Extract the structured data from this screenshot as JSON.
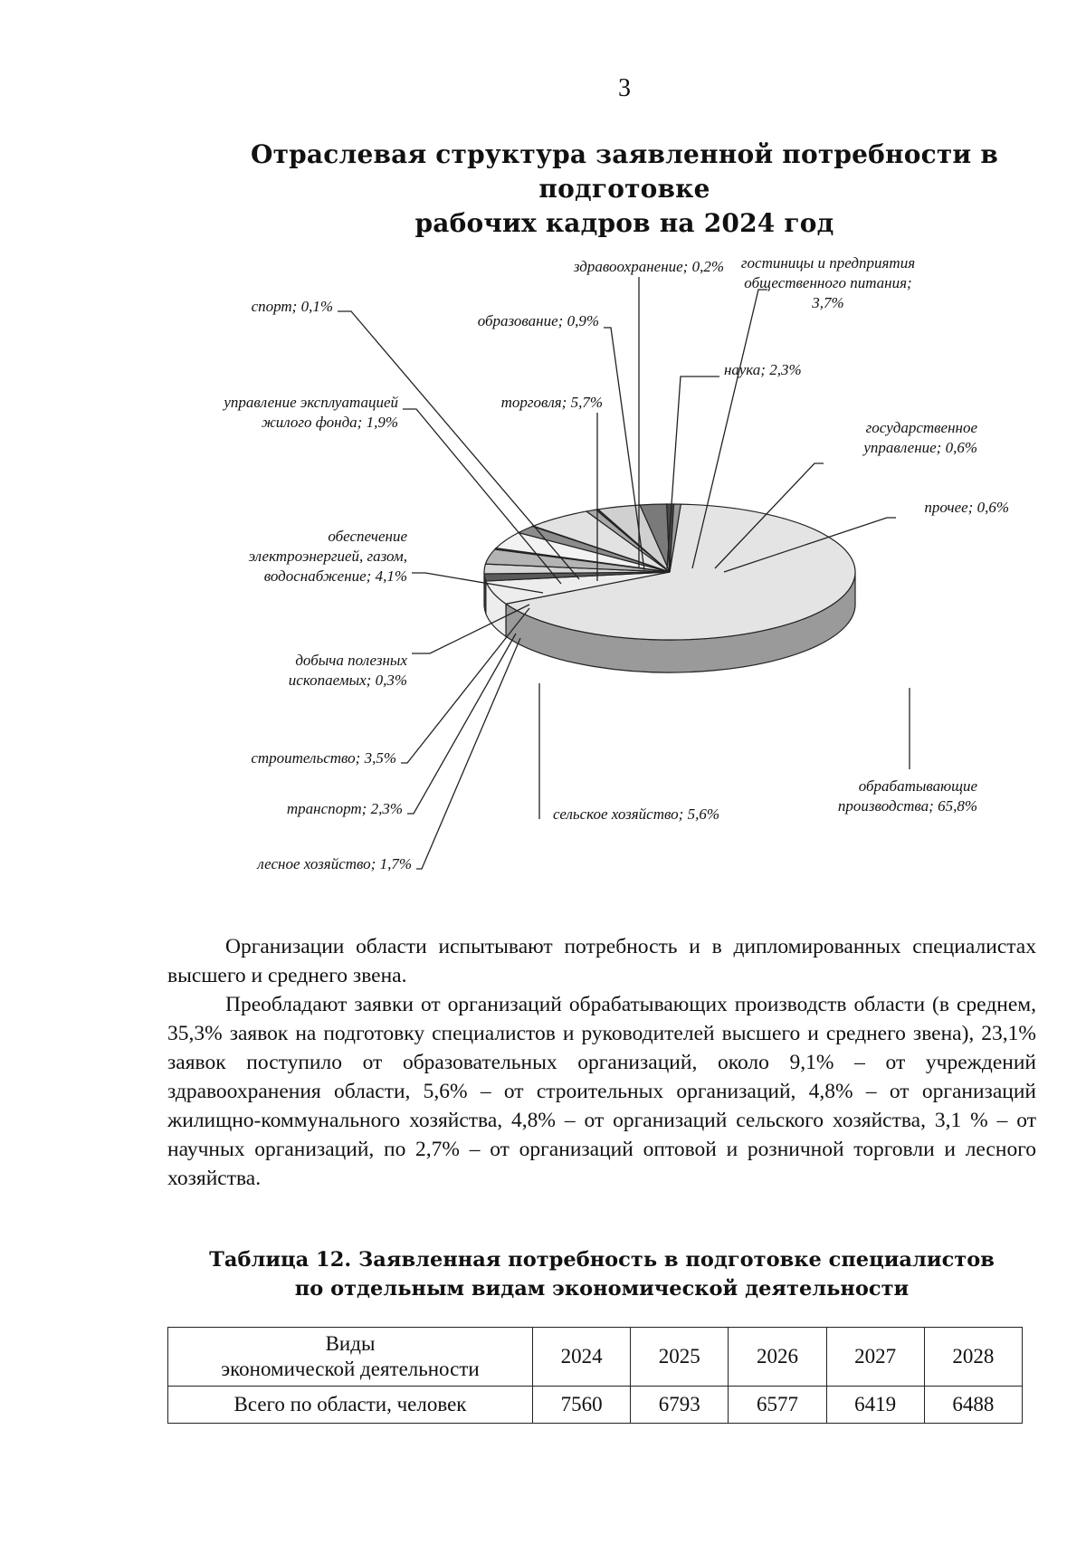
{
  "page_number": "3",
  "chart": {
    "title_line1": "Отраслевая структура заявленной потребности в подготовке",
    "title_line2": "рабочих кадров на 2024 год"
  },
  "chart_data": {
    "type": "pie",
    "title": "Отраслевая структура заявленной потребности в подготовке рабочих кадров на 2024 год",
    "unit": "%",
    "slices": [
      {
        "label": "обрабатывающие производства",
        "value": 65.8,
        "text": [
          "обрабатывающие",
          "производства; 65,8%"
        ]
      },
      {
        "label": "сельское хозяйство",
        "value": 5.6,
        "text": [
          "сельское хозяйство; 5,6%"
        ]
      },
      {
        "label": "лесное хозяйство",
        "value": 1.7,
        "text": [
          "лесное хозяйство; 1,7%"
        ]
      },
      {
        "label": "транспорт",
        "value": 2.3,
        "text": [
          "транспорт; 2,3%"
        ]
      },
      {
        "label": "строительство",
        "value": 3.5,
        "text": [
          "строительство; 3,5%"
        ]
      },
      {
        "label": "добыча полезных ископаемых",
        "value": 0.3,
        "text": [
          "добыча полезных",
          "ископаемых; 0,3%"
        ]
      },
      {
        "label": "обеспечение электроэнергией, газом, водоснабжение",
        "value": 4.1,
        "text": [
          "обеспечение",
          "электроэнергией, газом,",
          "водоснабжение; 4,1%"
        ]
      },
      {
        "label": "управление эксплуатацией жилого фонда",
        "value": 1.9,
        "text": [
          "управление эксплуатацией",
          "жилого фонда; 1,9%"
        ]
      },
      {
        "label": "спорт",
        "value": 0.1,
        "text": [
          "спорт; 0,1%"
        ]
      },
      {
        "label": "торговля",
        "value": 5.7,
        "text": [
          "торговля; 5,7%"
        ]
      },
      {
        "label": "образование",
        "value": 0.9,
        "text": [
          "образование; 0,9%"
        ]
      },
      {
        "label": "здравоохранение",
        "value": 0.2,
        "text": [
          "здравоохранение; 0,2%"
        ]
      },
      {
        "label": "гостиницы и предприятия общественного питания",
        "value": 3.7,
        "text": [
          "гостиницы и предприятия",
          "общественного питания;",
          "3,7%"
        ]
      },
      {
        "label": "наука",
        "value": 2.3,
        "text": [
          "наука; 2,3%"
        ]
      },
      {
        "label": "государственное управление",
        "value": 0.6,
        "text": [
          "государственное",
          "управление; 0,6%"
        ]
      },
      {
        "label": "прочее",
        "value": 0.6,
        "text": [
          "прочее; 0,6%"
        ]
      }
    ],
    "fills": [
      "#e4e4e4",
      "#ededed",
      "#5a5a5a",
      "#d6d6d6",
      "#b4b4b4",
      "#6e6e6e",
      "#f2f2f2",
      "#8c8c8c",
      "#333333",
      "#e2e2e2",
      "#a8a8a8",
      "#3c3c3c",
      "#d0d0d0",
      "#7a7a7a",
      "#4a4a4a",
      "#999999"
    ]
  },
  "body": {
    "p1": "Организации области испытывают потребность и в дипломированных специалистах высшего и среднего звена.",
    "p2": "Преобладают заявки от организаций обрабатывающих производств области (в среднем, 35,3% заявок на подготовку специалистов и руководителей высшего и среднего звена), 23,1% заявок поступило от образовательных организаций, около 9,1% – от учреждений здравоохранения области, 5,6% – от строительных организаций, 4,8% – от организаций жилищно-коммунального хозяйства, 4,8% – от организаций сельского хозяйства, 3,1 % – от научных организаций, по 2,7% – от организаций оптовой и розничной торговли и лесного хозяйства."
  },
  "table": {
    "caption_line1": "Таблица 12. Заявленная потребность в подготовке специалистов",
    "caption_line2": "по отдельным видам экономической деятельности",
    "header_kind_line1": "Виды",
    "header_kind_line2": "экономической деятельности",
    "years": [
      "2024",
      "2025",
      "2026",
      "2027",
      "2028"
    ],
    "rows": [
      {
        "kind": "Всего по области, человек",
        "values": [
          "7560",
          "6793",
          "6577",
          "6419",
          "6488"
        ]
      }
    ]
  }
}
